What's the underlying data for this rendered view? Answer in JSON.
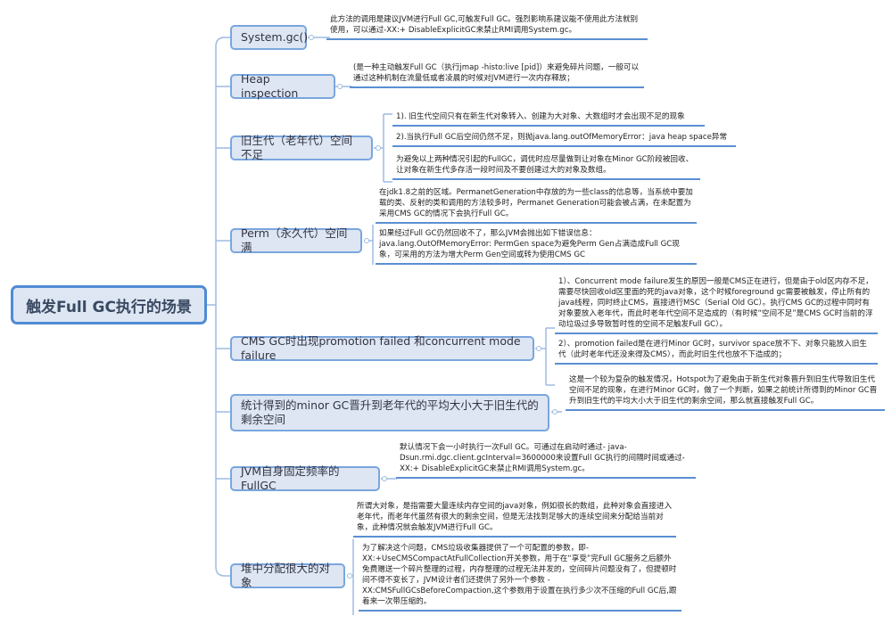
{
  "root": {
    "label": "触发Full GC执行的场景"
  },
  "branches": [
    {
      "label": "System.gc()",
      "notes": [
        "此方法的调用是建议JVM进行Full GC,可触发Full GC。强烈影响系建议能不使用此方法就别使用，可以通过-XX:+ DisableExplicitGC来禁止RMI调用System.gc。"
      ]
    },
    {
      "label": "Heap inspection",
      "notes": [
        "(是一种主动触发Full GC（执行jmap -histo:live [pid]）来避免碎片问题，一般可以通过这种机制在流量低或者凌晨的时候对JVM进行一次内存释放；"
      ]
    },
    {
      "label": "旧生代（老年代）空间不足",
      "notes": [
        "1). 旧生代空间只有在新生代对象转入、创建为大对象、大数组时才会出现不足的现象",
        "2).当执行Full GC后空间仍然不足，则抛java.lang.outOfMemoryError：java heap space异常",
        "为避免以上两种情况引起的FullGC，调优时应尽量做到让对象在Minor GC阶段被回收、让对象在新生代多存活一段时间及不要创建过大的对象及数组。"
      ]
    },
    {
      "label": "Perm（永久代）空间满",
      "notes": [
        "在jdk1.8之前的区域。PermanetGeneration中存放的为一些class的信息等，当系统中要加载的类、反射的类和调用的方法较多时，Permanet Generation可能会被占满，在未配置为采用CMS GC的情况下会执行Full GC。",
        "如果经过Full GC仍然回收不了，那么JVM会抛出如下错误信息：java.lang.OutOfMemoryError: PermGen space为避免Perm Gen占满造成Full GC现象，可采用的方法为增大Perm Gen空间或转为使用CMS GC"
      ]
    },
    {
      "label": "CMS GC时出现promotion failed 和concurrent mode failure",
      "notes": [
        "1）、Concurrent mode failure发生的原因一般是CMS正在进行，但是由于old区内存不足，需要尽快回收old区里面的死的java对象，这个时候foreground gc需要被触发，停止所有的java线程，同时终止CMS，直接进行MSC（Serial Old GC）。执行CMS GC的过程中同时有对象要放入老年代，而此时老年代空间不足造成的（有时候“空间不足”是CMS GC时当前的浮动垃圾过多导致暂时性的空间不足触发Full GC）。",
        "2）、promotion failed是在进行Minor GC时，survivor space放不下、对象只能放入旧生代（此时老年代还没来得及CMS），而此时旧生代也放不下造成的；"
      ]
    },
    {
      "label": "统计得到的minor GC晋升到老年代的平均大小大于旧生代的剩余空间",
      "notes": [
        "这是一个较为复杂的触发情况，Hotspot为了避免由于新生代对象晋升到旧生代导致旧生代空间不足的现象，在进行Minor GC时，做了一个判断，如果之前统计所得到的Minor GC晋升到旧生代的平均大小大于旧生代的剩余空间，那么就直接触发Full GC。"
      ]
    },
    {
      "label": "JVM自身固定频率的FullGC",
      "notes": [
        "默认情况下会一小时执行一次Full GC。可通过在启动时通过- java-Dsun.rmi.dgc.client.gcInterval=3600000来设置Full GC执行的间隔时间或通过-XX:+ DisableExplicitGC来禁止RMI调用System.gc。"
      ]
    },
    {
      "label": "堆中分配很大的对象",
      "notes": [
        "所谓大对象，是指需要大量连续内存空间的java对象，例如很长的数组，此种对象会直接进入老年代，而老年代虽然有很大的剩余空间，但是无法找到足够大的连续空间来分配给当前对象，此种情况就会触发JVM进行Full GC。",
        "为了解决这个问题，CMS垃圾收集器提供了一个可配置的参数，即-XX:+UseCMSCompactAtFullCollection开关参数，用于在“享受”完Full GC服务之后额外免费赠送一个碎片整理的过程，内存整理的过程无法并发的，空间碎片问题没有了，但提顿时间不得不变长了，JVM设计者们还提供了另外一个参数 -XX:CMSFullGCsBeforeCompaction,这个参数用于设置在执行多少次不压缩的Full GC后,跟着来一次带压缩的。"
      ]
    }
  ],
  "colors": {
    "root_fill": "#dde6f2",
    "root_border": "#4f8bd6",
    "branch_fill": "#dde6f2",
    "branch_border": "#7aa6de",
    "connector": "#9ebbe2",
    "note_underline": "#5b8fd3"
  }
}
